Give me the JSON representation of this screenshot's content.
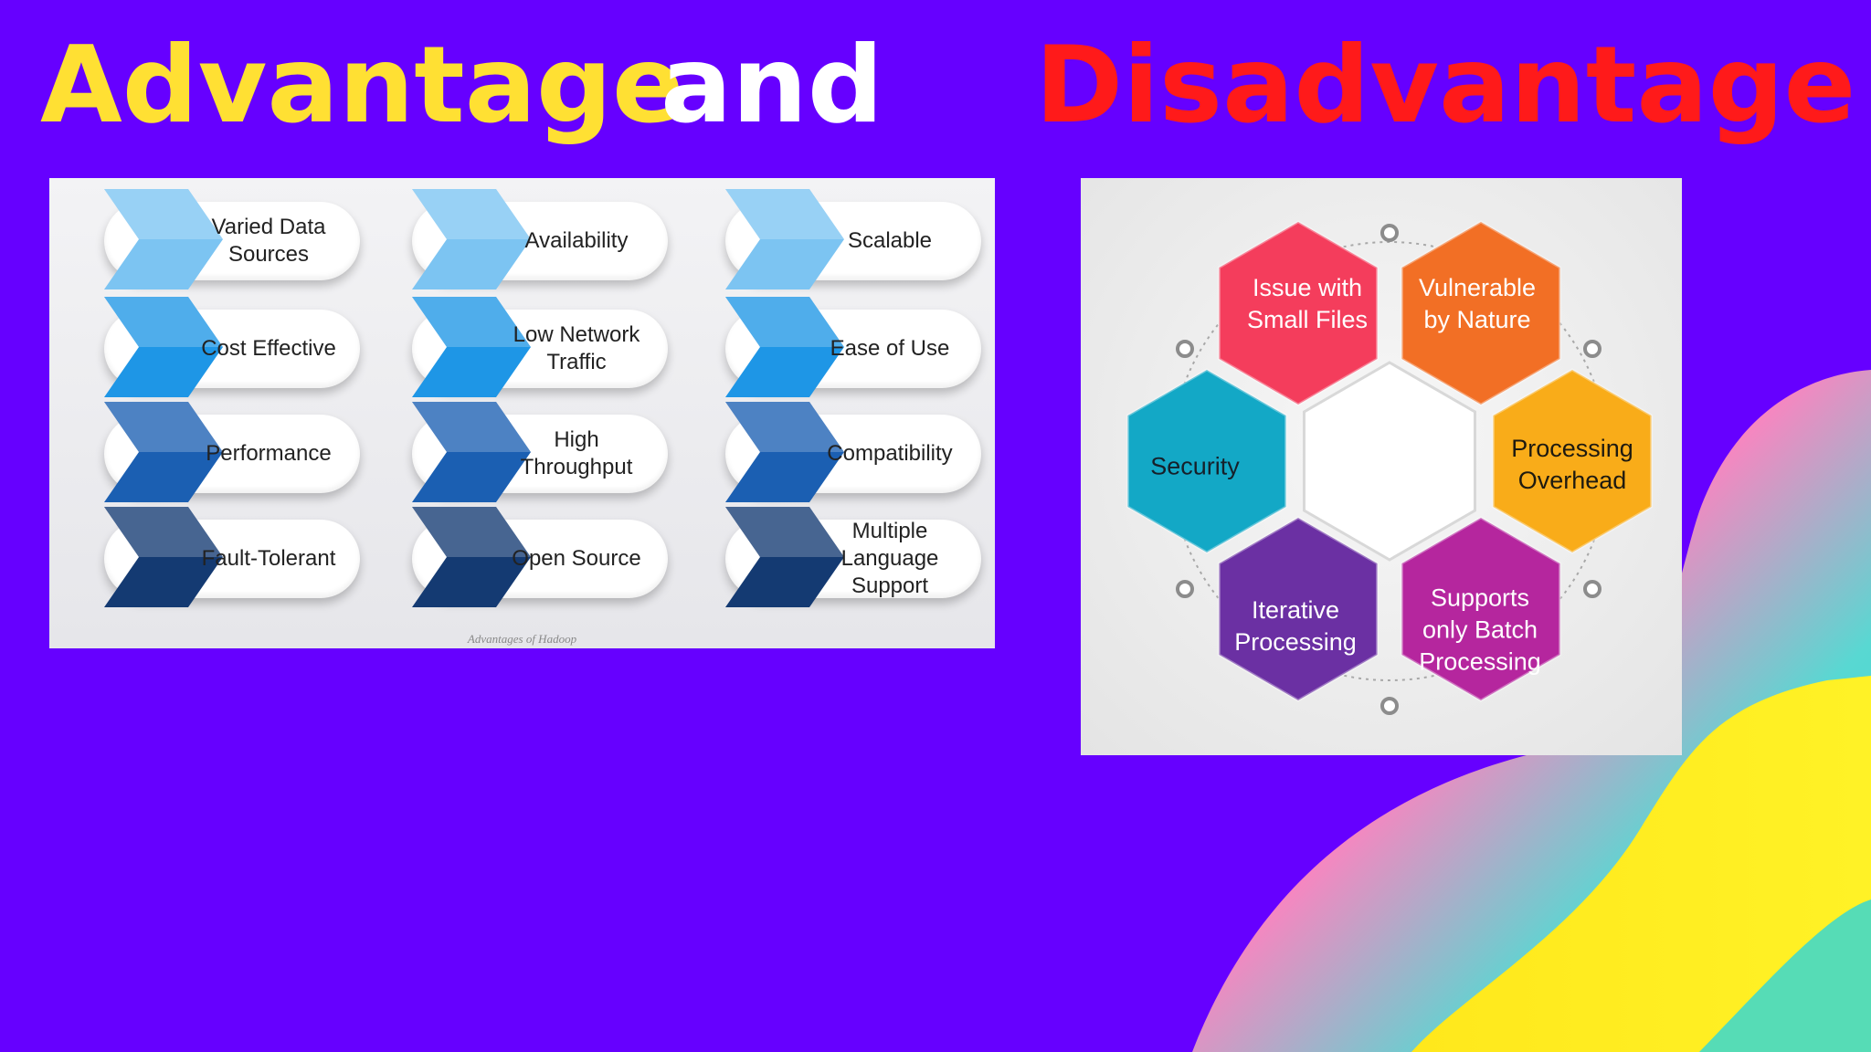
{
  "title": {
    "word1": "Advantage",
    "word2": "and",
    "word3": "Disadvantage",
    "colors": {
      "word1": "#ffe033",
      "word2": "#ffffff",
      "word3": "#ff1a1a"
    }
  },
  "background": {
    "color": "#6600ff"
  },
  "advantages": {
    "caption": "Advantages of Hadoop",
    "rows": [
      {
        "shade": "#7cc4f2",
        "items": [
          "Varied Data\nSources",
          "Availability",
          "Scalable"
        ]
      },
      {
        "shade": "#1e96e6",
        "items": [
          "Cost Effective",
          "Low Network\nTraffic",
          "Ease of Use"
        ]
      },
      {
        "shade": "#1b5fb2",
        "items": [
          "Performance",
          "High\nThroughput",
          "Compatibility"
        ]
      },
      {
        "shade": "#143a72",
        "items": [
          "Fault-Tolerant",
          "Open Source",
          "Multiple\nLanguage\nSupport"
        ]
      }
    ]
  },
  "disadvantages": {
    "items": [
      {
        "label": "Issue with\nSmall Files",
        "color": "#f43d5c"
      },
      {
        "label": "Vulnerable\nby Nature",
        "color": "#f26f25"
      },
      {
        "label": "Processing\nOverhead",
        "color": "#f9ac19"
      },
      {
        "label": "Supports\nonly Batch\nProcessing",
        "color": "#b5269e"
      },
      {
        "label": "Iterative\nProcessing",
        "color": "#6b30a3"
      },
      {
        "label": "Security",
        "color": "#13a8c6"
      }
    ],
    "center_color": "#ffffff"
  }
}
